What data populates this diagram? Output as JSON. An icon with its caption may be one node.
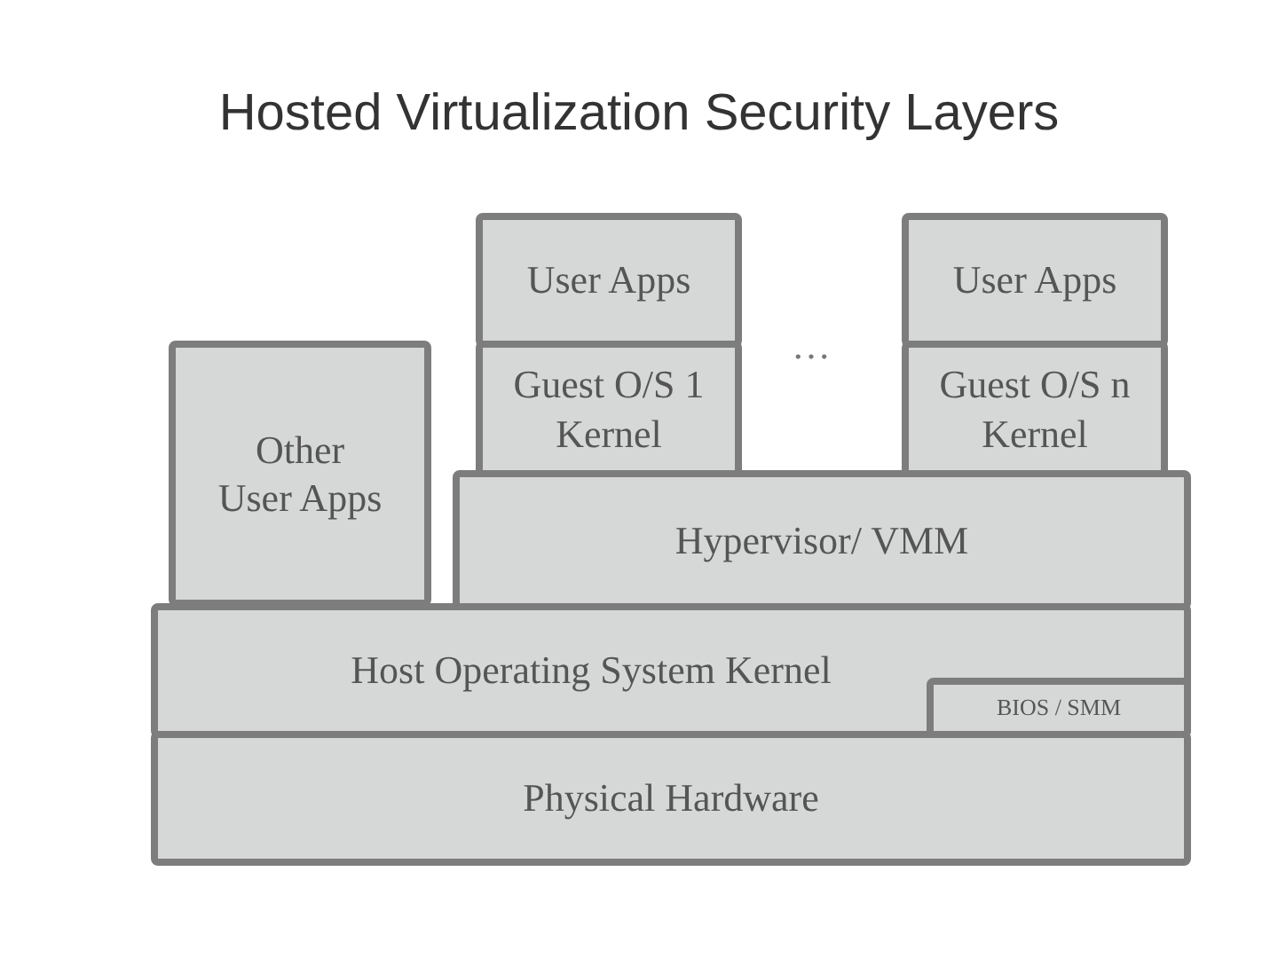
{
  "diagram": {
    "title": "Hosted Virtualization Security Layers",
    "nodes": [
      {
        "text": [
          "User Apps"
        ]
      },
      {
        "text": [
          "User Apps"
        ]
      },
      {
        "text": [
          "Other User Apps"
        ]
      },
      {
        "text": [
          "Guest O/S 1 Kernel"
        ]
      },
      {
        "text": [
          "Guest O/S n Kernel"
        ]
      },
      {
        "text": [
          "Hypervisor/ VMM"
        ]
      },
      {
        "text": [
          "Host Operating System Kernel"
        ]
      },
      {
        "text": [
          "BIOS / SMM"
        ],
        "in": 6
      },
      {
        "text": [
          "Physical Hardware"
        ]
      }
    ],
    "labels": [
      "…"
    ]
  }
}
